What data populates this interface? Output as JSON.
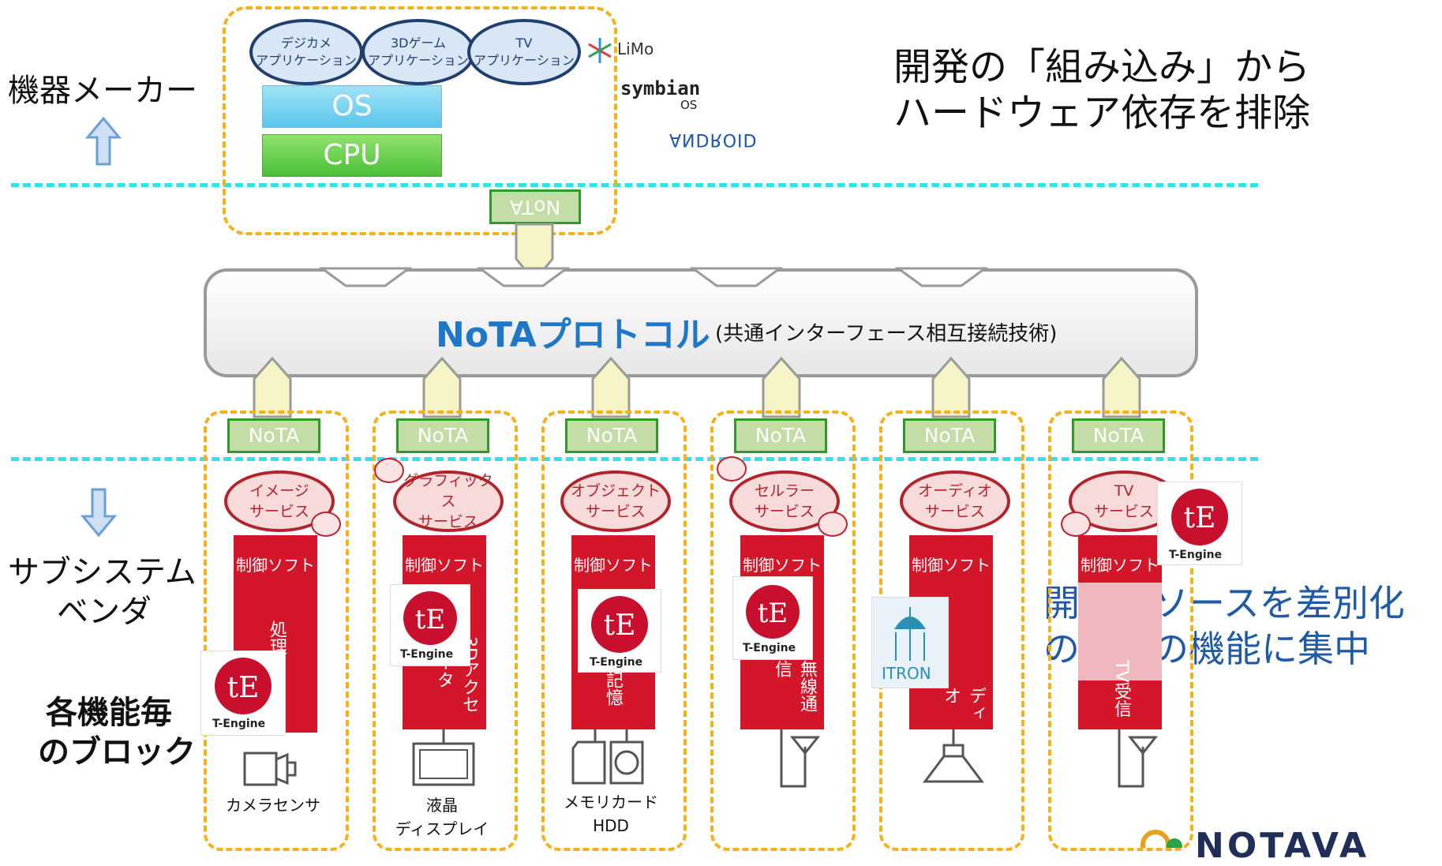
{
  "left_labels": {
    "manufacturer": "機器メーカー",
    "subsystem_line1": "サブシステム",
    "subsystem_line2": "ベンダ",
    "blocks_line1": "各機能毎",
    "blocks_line2": "のブロック"
  },
  "headline": {
    "line1": "開発の「組み込み」から",
    "line2": "ハードウェア依存を排除"
  },
  "right_note": {
    "line1": "開発リソースを差別化",
    "line2": "のための機能に集中"
  },
  "top_stack": {
    "apps": [
      {
        "line1": "デジカメ",
        "line2": "アプリケーション"
      },
      {
        "line1": "3Dゲーム",
        "line2": "アプリケーション"
      },
      {
        "line1": "TV",
        "line2": "アプリケーション"
      }
    ],
    "os_label": "OS",
    "cpu_label": "CPU",
    "nota_flipped": "NoTA",
    "logos": {
      "limo": "LiMo",
      "symbian": "symbian",
      "symbian_os": "OS",
      "android": "ANDROID"
    }
  },
  "protocol": {
    "title": "NoTAプロトコル",
    "subtitle": "(共通インターフェース相互接続技術)"
  },
  "vendors": [
    {
      "nota": "NoTA",
      "service_line1": "イメージ",
      "service_line2": "サービス",
      "control": "制御ソフト",
      "vertical": "処理",
      "caption_line1": "カメラセンサ",
      "caption_line2": ""
    },
    {
      "nota": "NoTA",
      "service_line1": "グラフィックス",
      "service_line2": "サービス",
      "control": "制御ソフト",
      "vertical": "3Dアクセレータ",
      "caption_line1": "液晶",
      "caption_line2": "ディスプレイ"
    },
    {
      "nota": "NoTA",
      "service_line1": "オブジェクト",
      "service_line2": "サービス",
      "control": "制御ソフト",
      "vertical": "記憶",
      "caption_line1": "メモリカード",
      "caption_line2": "HDD"
    },
    {
      "nota": "NoTA",
      "service_line1": "セルラー",
      "service_line2": "サービス",
      "control": "制御ソフト",
      "vertical": "無線通信",
      "caption_line1": "",
      "caption_line2": ""
    },
    {
      "nota": "NoTA",
      "service_line1": "オーディオ",
      "service_line2": "サービス",
      "control": "制御ソフト",
      "vertical": "オーディオ",
      "caption_line1": "",
      "caption_line2": ""
    },
    {
      "nota": "NoTA",
      "service_line1": "TV",
      "service_line2": "サービス",
      "control": "制御ソフト",
      "vertical": "TV受信",
      "caption_line1": "",
      "caption_line2": ""
    }
  ],
  "badges": {
    "tengine": "T-Engine",
    "itron": "ITRON",
    "notava": "NOTAVA"
  },
  "colors": {
    "accent_cyan": "#33e0ee",
    "dash_orange": "#f3b21a",
    "nota_green": "#c4dca5",
    "service_red": "#b0242c",
    "protocol_blue": "#1f77c8"
  }
}
